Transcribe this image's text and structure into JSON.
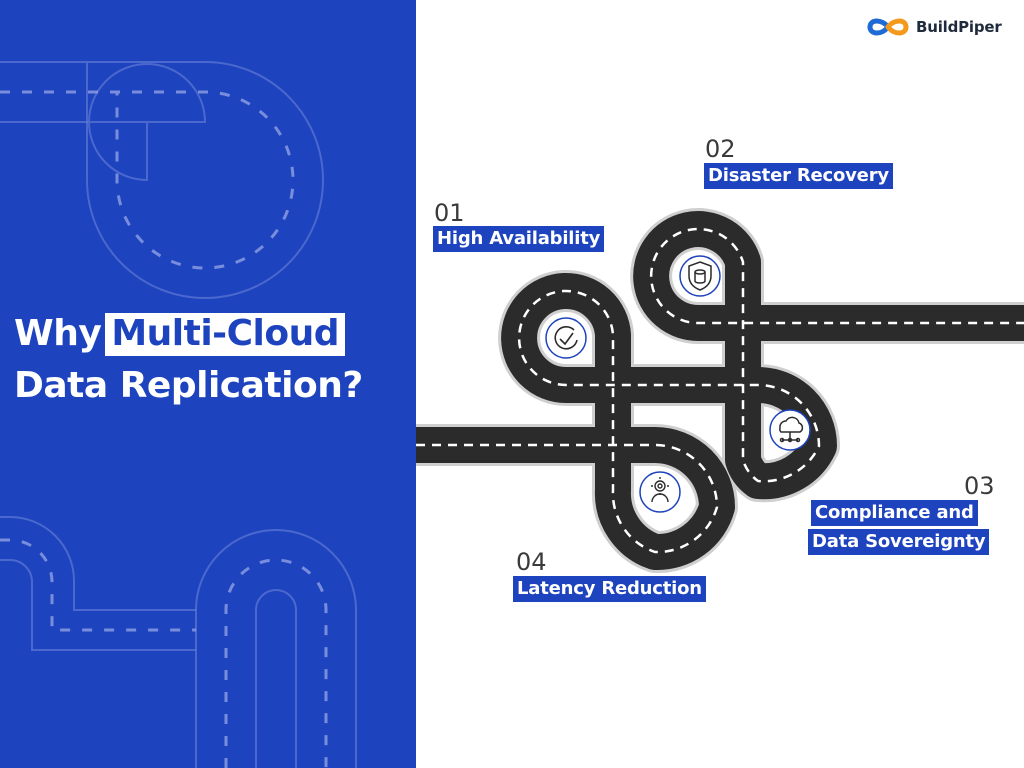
{
  "brand": {
    "name": "BuildPiper",
    "logo_icon": "infinity-logo-icon"
  },
  "headline": {
    "pre": "Why",
    "highlight": "Multi-Cloud",
    "line2": "Data Replication?"
  },
  "items": [
    {
      "number": "01",
      "label": "High Availability",
      "icon": "clock-check-icon"
    },
    {
      "number": "02",
      "label": "Disaster Recovery",
      "icon": "shield-database-icon"
    },
    {
      "number": "03",
      "label_line1": "Compliance and",
      "label_line2": "Data Sovereignty",
      "icon": "cloud-network-icon"
    },
    {
      "number": "04",
      "label": "Latency Reduction",
      "icon": "gear-speed-icon"
    }
  ],
  "colors": {
    "primary_blue": "#1e43be",
    "road": "#2b2b2b",
    "road_edge": "#cfcfcf",
    "lane": "#ffffff"
  }
}
